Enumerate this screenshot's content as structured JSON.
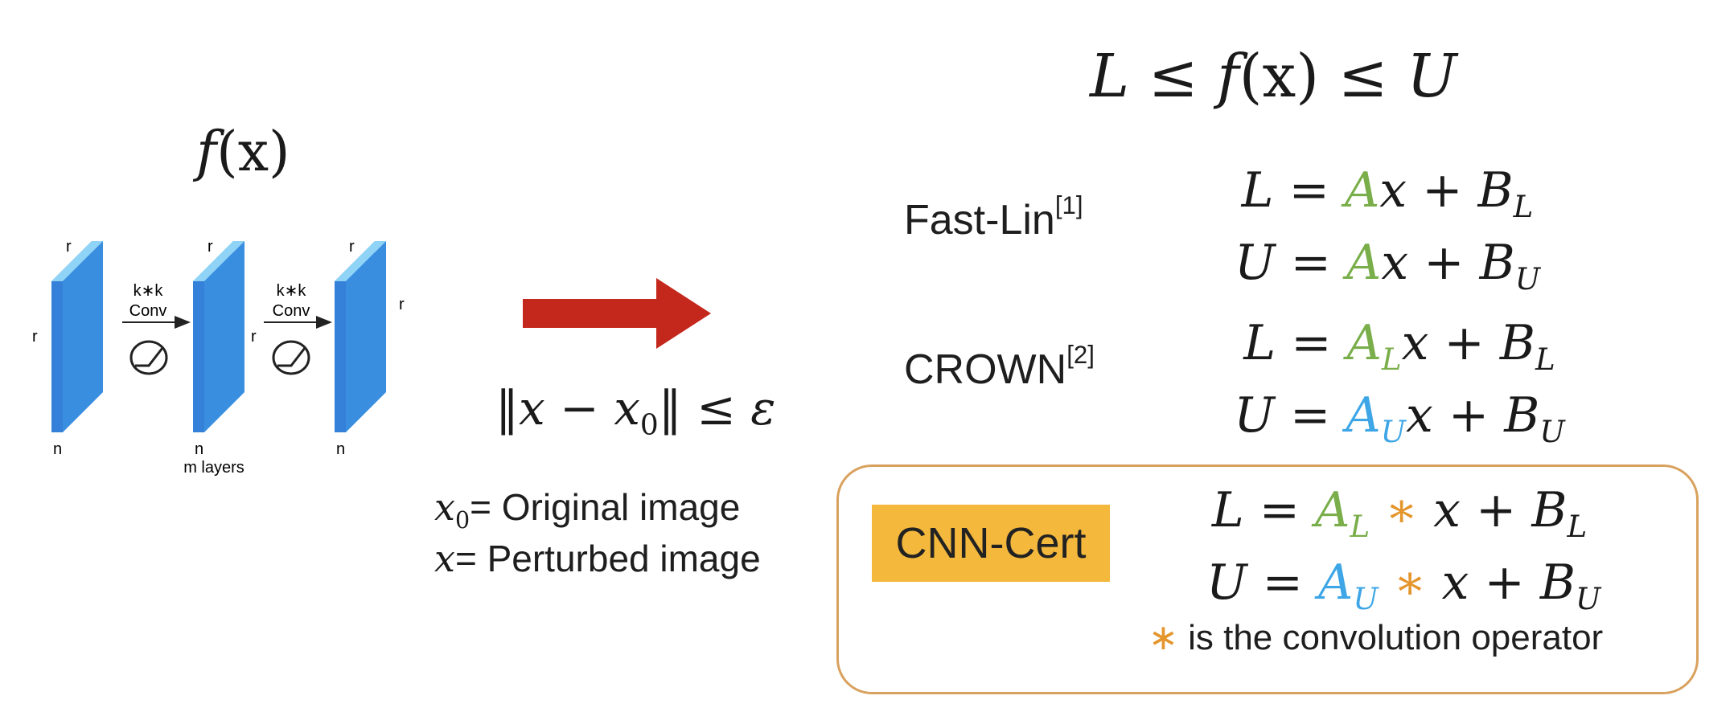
{
  "main_bound": {
    "L": "L",
    "le1": "≤",
    "f": "f",
    "x": "(x)",
    "le2": "≤",
    "U": "U"
  },
  "left": {
    "function": {
      "f": "f",
      "x": "(x)"
    },
    "layer_dim_r": "r",
    "layer_dim_n": "n",
    "conv_kernel": "k∗k",
    "conv_label": "Conv",
    "layers_caption": "m layers"
  },
  "middle": {
    "constraint": {
      "open": "‖",
      "x": "x",
      "minus": "−",
      "x0": "x",
      "x0_sub": "0",
      "close": "‖",
      "le": "≤",
      "eps": "ε"
    },
    "legend": [
      {
        "var": "x",
        "sub": "0",
        "text": "= Original image"
      },
      {
        "var": "x",
        "sub": "",
        "text": "= Perturbed image"
      }
    ]
  },
  "methods": [
    {
      "name": "Fast-Lin",
      "ref": "[1]",
      "lower": {
        "lhs": "L",
        "A": "A",
        "A_sub": "",
        "op": "",
        "rest": "x + B",
        "B_sub": "L"
      },
      "upper": {
        "lhs": "U",
        "A": "A",
        "A_sub": "",
        "op": "",
        "rest": "x + B",
        "B_sub": "U"
      }
    },
    {
      "name": "CROWN",
      "ref": "[2]",
      "lower": {
        "lhs": "L",
        "A": "A",
        "A_sub": "L",
        "op": "",
        "rest": "x + B",
        "B_sub": "L"
      },
      "upper": {
        "lhs": "U",
        "A": "A",
        "A_sub": "U",
        "op": "",
        "rest": "x + B",
        "B_sub": "U"
      }
    },
    {
      "name": "CNN-Cert",
      "ref": "",
      "lower": {
        "lhs": "L",
        "A": "A",
        "A_sub": "L",
        "op": "∗",
        "rest": "x + B",
        "B_sub": "L"
      },
      "upper": {
        "lhs": "U",
        "A": "A",
        "A_sub": "U",
        "op": "∗",
        "rest": "x + B",
        "B_sub": "U"
      }
    }
  ],
  "note": {
    "symbol": "∗",
    "text": "is the convolution operator"
  },
  "colors": {
    "green": "#79ae4a",
    "blue": "#3ea6e6",
    "orange": "#e4952c",
    "badge": "#f4b83c",
    "box_border": "#d9a15e",
    "arrow": "#c4281c",
    "layer_front": "#3580d8",
    "layer_side": "#5bb8ee"
  }
}
